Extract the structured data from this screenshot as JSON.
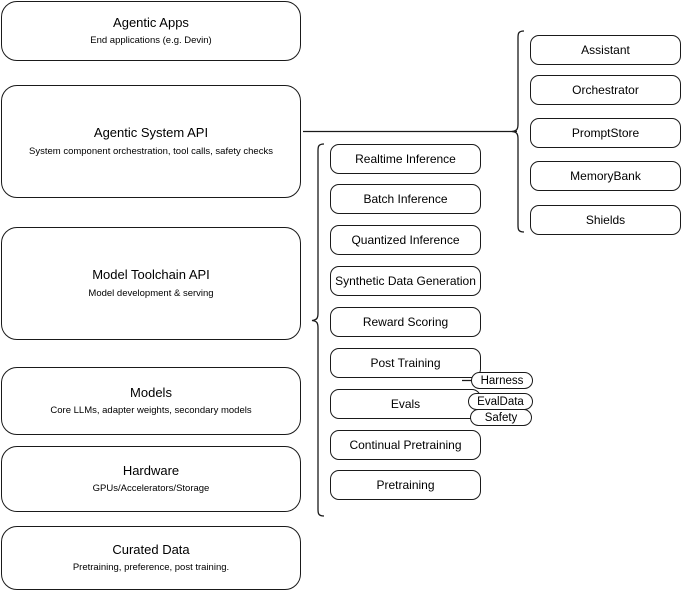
{
  "diagram": {
    "title": "AI stack layers",
    "stroke_color": "#1a1a1a",
    "background_color": "#ffffff"
  },
  "layers": [
    {
      "id": "agentic-apps",
      "title": "Agentic Apps",
      "subtitle": "End applications (e.g. Devin)"
    },
    {
      "id": "agentic-system-api",
      "title": "Agentic System API",
      "subtitle": "System component orchestration, tool calls, safety checks"
    },
    {
      "id": "model-toolchain-api",
      "title": "Model Toolchain API",
      "subtitle": "Model development & serving"
    },
    {
      "id": "models",
      "title": "Models",
      "subtitle": "Core LLMs, adapter weights, secondary models"
    },
    {
      "id": "hardware",
      "title": "Hardware",
      "subtitle": "GPUs/Accelerators/Storage"
    },
    {
      "id": "curated-data",
      "title": "Curated Data",
      "subtitle": "Pretraining, preference, post training."
    }
  ],
  "toolchain_components": [
    {
      "id": "realtime-inference",
      "label": "Realtime Inference"
    },
    {
      "id": "batch-inference",
      "label": "Batch Inference"
    },
    {
      "id": "quantized-inference",
      "label": "Quantized Inference"
    },
    {
      "id": "synthetic-data-generation",
      "label": "Synthetic Data Generation"
    },
    {
      "id": "reward-scoring",
      "label": "Reward Scoring"
    },
    {
      "id": "post-training",
      "label": "Post Training"
    },
    {
      "id": "evals",
      "label": "Evals"
    },
    {
      "id": "continual-pretraining",
      "label": "Continual Pretraining"
    },
    {
      "id": "pretraining",
      "label": "Pretraining"
    }
  ],
  "eval_tags": [
    {
      "id": "harness",
      "label": "Harness"
    },
    {
      "id": "evaldata",
      "label": "EvalData"
    },
    {
      "id": "safety",
      "label": "Safety"
    }
  ],
  "system_components": [
    {
      "id": "assistant",
      "label": "Assistant"
    },
    {
      "id": "orchestrator",
      "label": "Orchestrator"
    },
    {
      "id": "promptstore",
      "label": "PromptStore"
    },
    {
      "id": "memorybank",
      "label": "MemoryBank"
    },
    {
      "id": "shields",
      "label": "Shields"
    }
  ]
}
